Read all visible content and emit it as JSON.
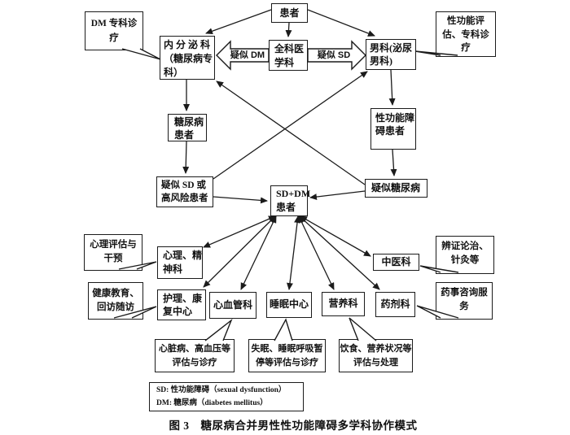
{
  "diagram": {
    "caption": "图 3　糖尿病合并男性性功能障碍多学科协作模式",
    "legend": {
      "line1": "SD: 性功能障碍（sexual dysfunction）",
      "line2": "DM: 糖尿病（diabetes mellitus）"
    },
    "flow_labels": {
      "suspected_dm": "疑似 DM",
      "suspected_sd": "疑似 SD"
    },
    "colors": {
      "line": "#1b1b1b",
      "box_fill": "#ffffff",
      "text": "#111111"
    },
    "nodes": {
      "patient": {
        "lines": [
          "患者"
        ]
      },
      "dm_clinic": {
        "lines": [
          "DM 专科诊",
          "疗"
        ]
      },
      "endocrinology": {
        "lines": [
          "内 分 泌 科",
          "（糖尿病专",
          "科）"
        ]
      },
      "general_practice": {
        "lines": [
          "全科医",
          "学科"
        ]
      },
      "andrology": {
        "lines": [
          "男科(泌尿",
          "男科)"
        ]
      },
      "sexual_function_eval": {
        "lines": [
          "性功能评",
          "估、专科诊",
          "疗"
        ]
      },
      "dm_patients": {
        "lines": [
          "糖尿病",
          "患者"
        ]
      },
      "sd_patients": {
        "lines": [
          "性功能障",
          "碍患者"
        ]
      },
      "suspected_sd_high_risk": {
        "lines": [
          "疑似 SD 或",
          "高风险患者"
        ]
      },
      "suspected_dm": {
        "lines": [
          "疑似糖尿病"
        ]
      },
      "sd_dm_patients": {
        "lines": [
          "SD+DM",
          "患者"
        ]
      },
      "psych_eval": {
        "lines": [
          "心理评估与",
          "干预"
        ]
      },
      "psychiatry": {
        "lines": [
          "心理、精",
          "神科"
        ]
      },
      "health_education": {
        "lines": [
          "健康教育、",
          "回访随访"
        ]
      },
      "nursing_rehab": {
        "lines": [
          "护理、康",
          "复中心"
        ]
      },
      "cardiology": {
        "lines": [
          "心血管科"
        ]
      },
      "sleep_center": {
        "lines": [
          "睡眠中心"
        ]
      },
      "nutrition": {
        "lines": [
          "营养科"
        ]
      },
      "pharmacy": {
        "lines": [
          "药剂科"
        ]
      },
      "tcm": {
        "lines": [
          "中医科"
        ]
      },
      "tcm_services": {
        "lines": [
          "辨证论治、",
          "针灸等"
        ]
      },
      "pharmacy_services": {
        "lines": [
          "药事咨询服",
          "务"
        ]
      },
      "cardio_services": {
        "lines": [
          "心脏病、高血压等",
          "评估与诊疗"
        ]
      },
      "sleep_services": {
        "lines": [
          "失眠、睡眠呼吸暂",
          "停等评估与诊疗"
        ]
      },
      "nutrition_services": {
        "lines": [
          "饮食、营养状况等",
          "评估与处理"
        ]
      }
    }
  }
}
